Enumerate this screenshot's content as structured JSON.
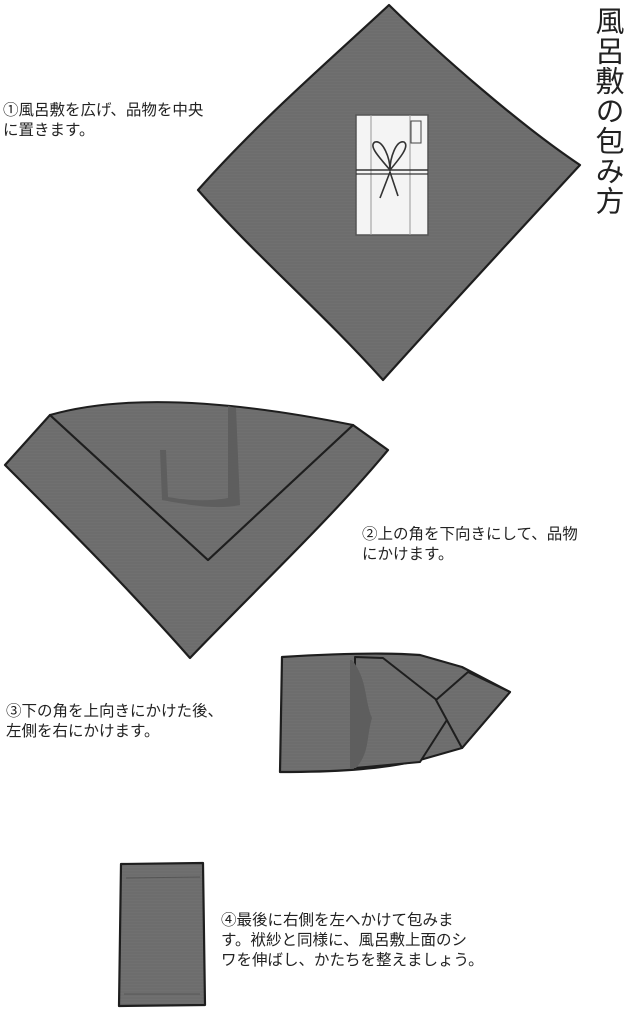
{
  "title": "風呂敷の包み方",
  "steps": [
    {
      "text": "①風呂敷を広げ、品物を中央\nに置きます。"
    },
    {
      "text": "②上の角を下向きにして、品物\nにかけます。"
    },
    {
      "text": "③下の角を上向きにかけた後、\n左側を右にかけます。"
    },
    {
      "text": "④最後に右側を左へかけて包みま\nす。袱紗と同様に、風呂敷上面のシ\nワを伸ばし、かたちを整えましょう。"
    }
  ],
  "colors": {
    "cloth": "#6d6d6d",
    "outline": "#1e1e1e",
    "gift_box": "#f4f4f4",
    "ribbon": "#333333"
  }
}
